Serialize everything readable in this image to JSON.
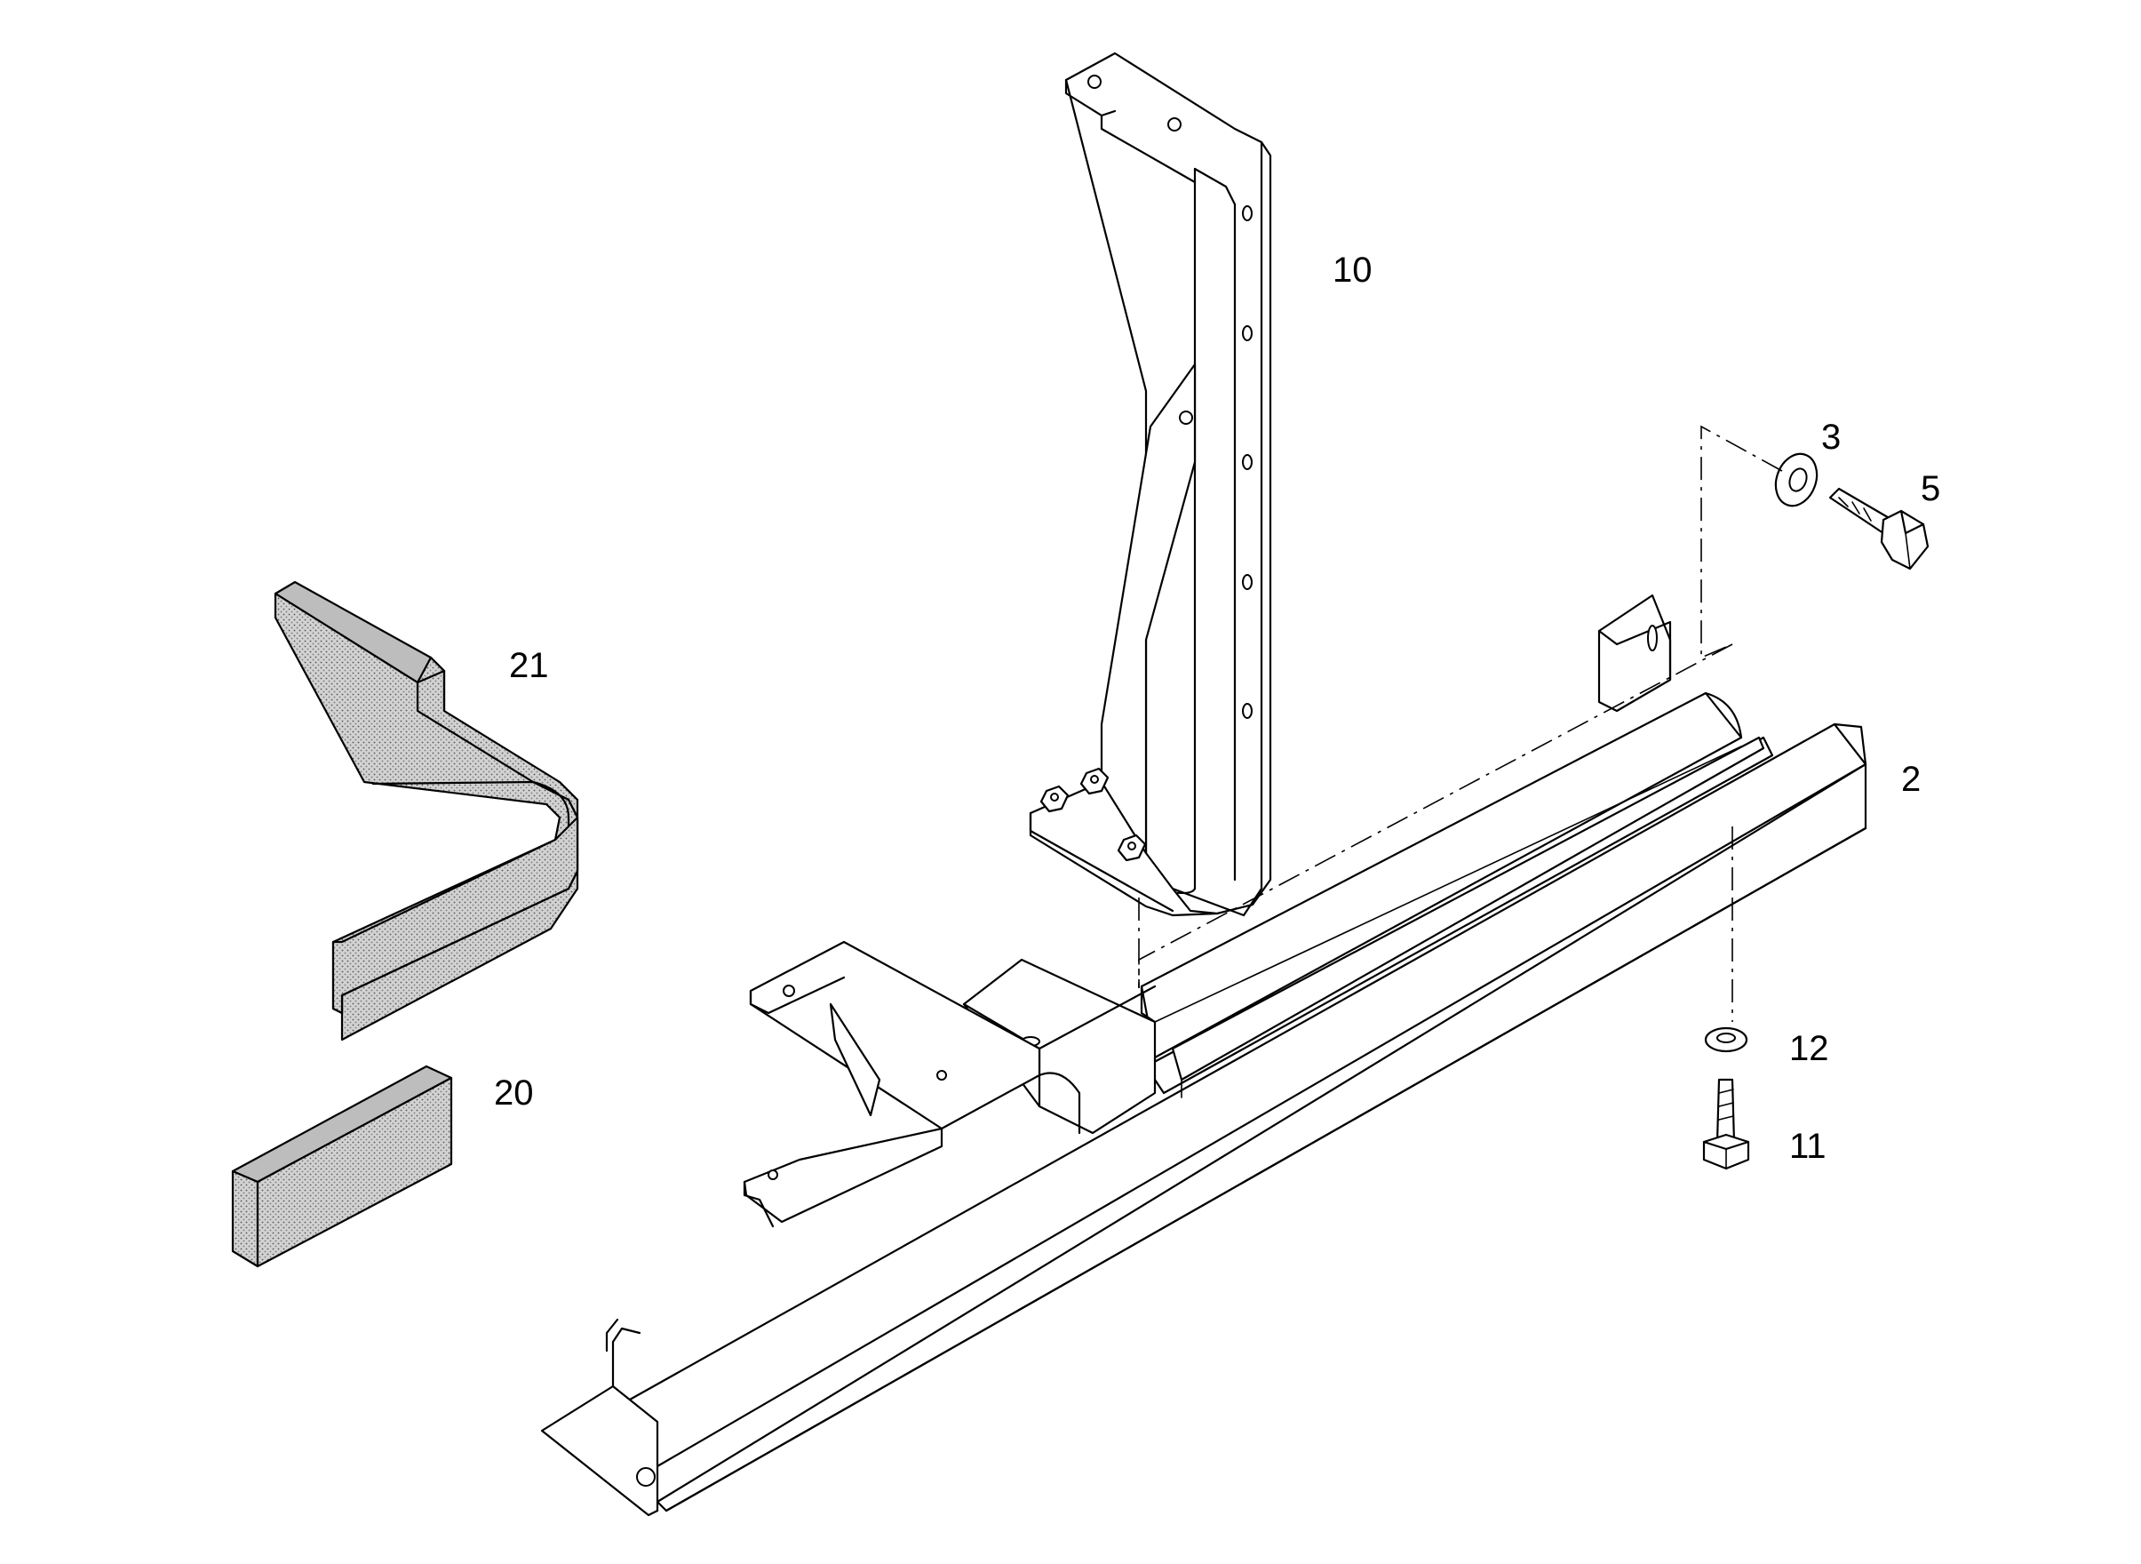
{
  "colors": {
    "background": "#ffffff",
    "line": "#000000",
    "foam_fill": "#c9c9c9"
  },
  "callouts": {
    "part_10": "10",
    "part_3": "3",
    "part_5": "5",
    "part_21": "21",
    "part_2": "2",
    "part_20": "20",
    "part_12": "12",
    "part_11": "11"
  }
}
